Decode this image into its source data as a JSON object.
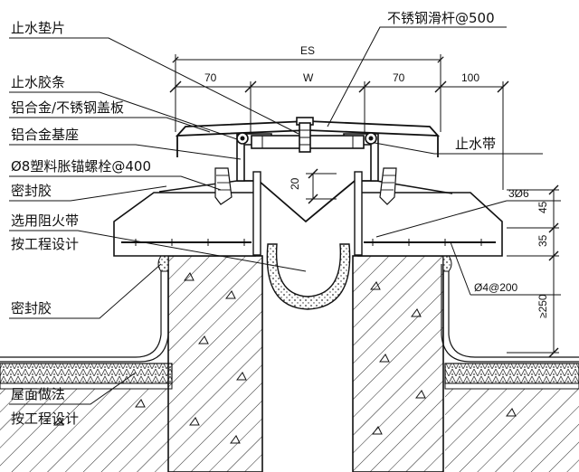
{
  "labels": {
    "waterstop_gasket": "止水垫片",
    "stainless_slide_bar": "不锈钢滑杆@500",
    "waterstop_rubber_strip": "止水胶条",
    "cover_plate": "铝合金/不锈钢盖板",
    "waterstop_belt": "止水带",
    "base_seat": "铝合金基座",
    "anchor_bolt": "Ø8塑料胀锚螺栓@400",
    "sealant_top": "密封胶",
    "firestop_line1": "选用阻火带",
    "firestop_line2": "按工程设计",
    "sealant_bottom": "密封胶",
    "roof_line1": "屋面做法",
    "roof_line2": "按工程设计",
    "rebar_3d6": "3Ø6",
    "rebar_4d200": "Ø4@200"
  },
  "dimensions": {
    "es": "ES",
    "w": "W",
    "d70_left": "70",
    "d70_right": "70",
    "d100": "100",
    "d20": "20",
    "d45": "45",
    "d35": "35",
    "d250": "≥250"
  },
  "colors": {
    "line": "#111111",
    "background": "#ffffff"
  }
}
